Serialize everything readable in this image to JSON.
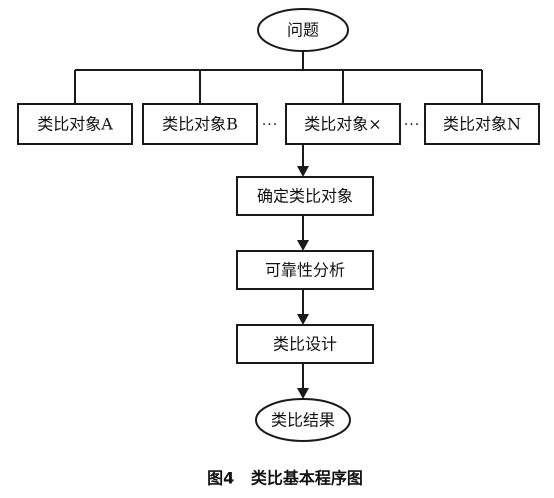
{
  "nodes": {
    "problem": "问题",
    "object_a": "类比对象A",
    "object_b": "类比对象B",
    "object_x": "类比对象×",
    "object_n": "类比对象N",
    "determine": "确定类比对象",
    "reliability": "可靠性分析",
    "design": "类比设计",
    "result": "类比结果"
  },
  "ellipsis": {
    "left": "···",
    "right": "···"
  },
  "caption": "图4   类比基本程序图"
}
